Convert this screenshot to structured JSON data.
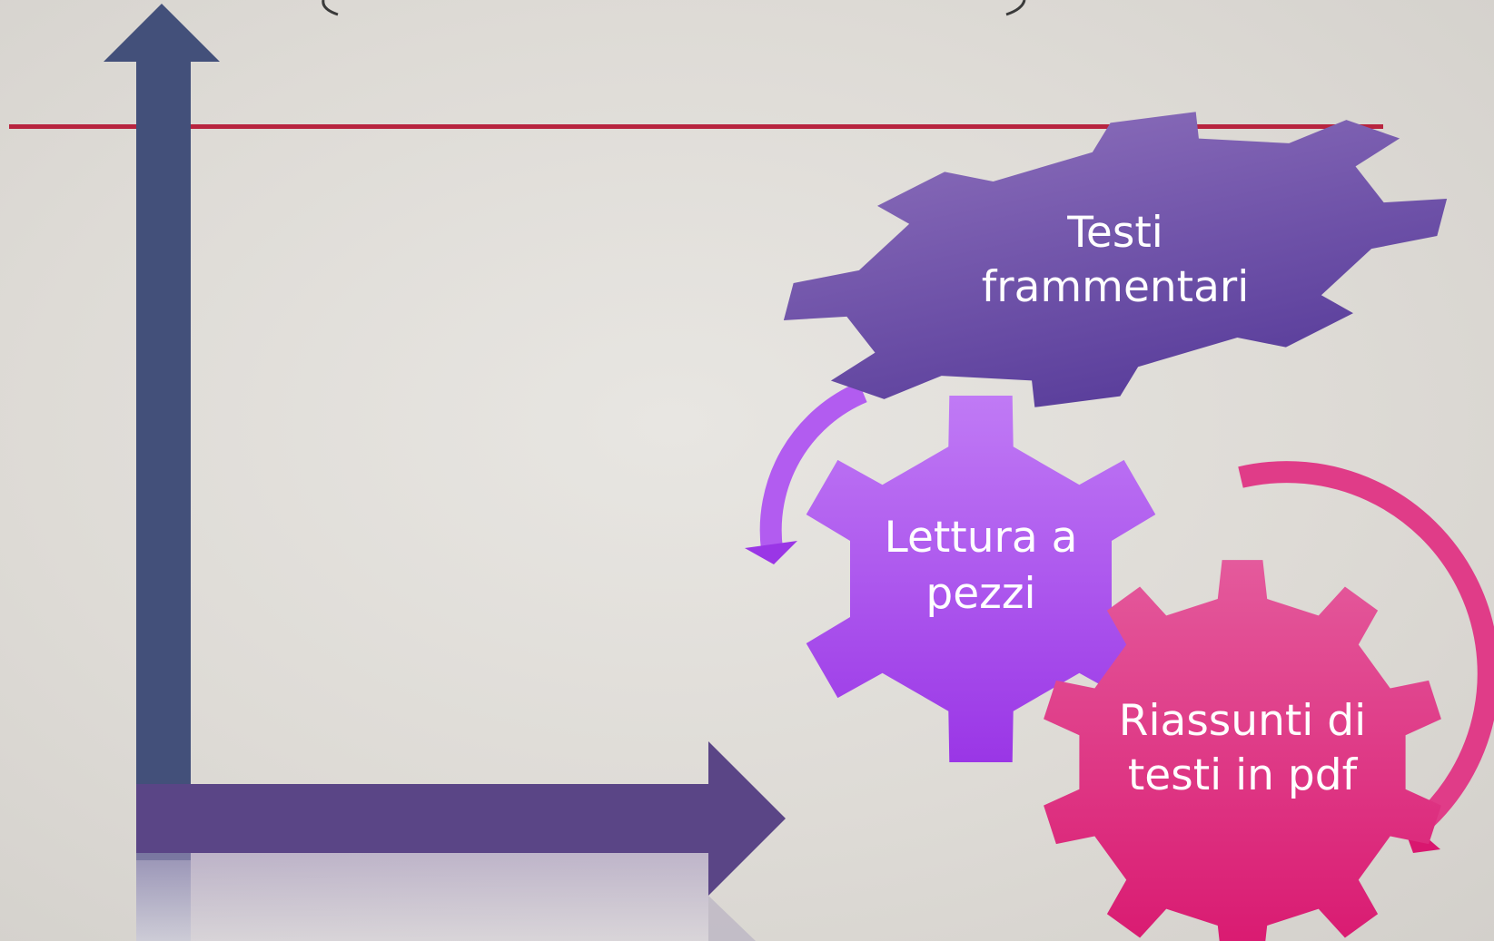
{
  "colors": {
    "background": "#e2e0dc",
    "red_rule": "#b8243f",
    "vertical_axis": "#43507a",
    "horizontal_axis": "#5a4586",
    "gear_top": "#6a4ea8",
    "gear_middle": "#a443ec",
    "gear_bottom": "#e02079"
  },
  "gears": [
    {
      "name": "gear-testi-frammentari",
      "lines": [
        "Testi",
        "frammentari"
      ]
    },
    {
      "name": "gear-lettura-a-pezzi",
      "lines": [
        "Lettura a",
        "pezzi"
      ]
    },
    {
      "name": "gear-riassunti-pdf",
      "lines": [
        "Riassunti di",
        "testi in pdf"
      ]
    }
  ]
}
